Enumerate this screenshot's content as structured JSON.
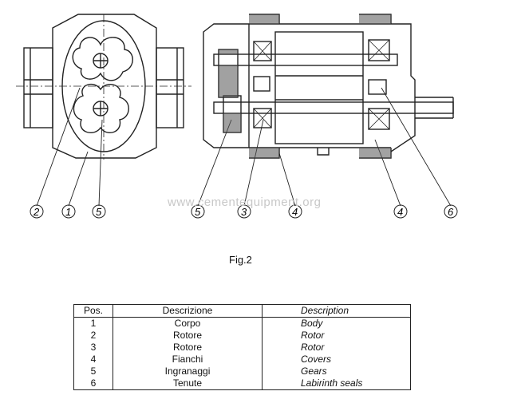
{
  "figure": {
    "caption": "Fig.2",
    "watermark": "www.cementequipment.org",
    "callouts_left": [
      "2",
      "1",
      "5"
    ],
    "callouts_right": [
      "5",
      "3",
      "4",
      "4",
      "6"
    ]
  },
  "parts_table": {
    "headers": [
      "Pos.",
      "Descrizione",
      "Description"
    ],
    "rows": [
      [
        "1",
        "Corpo",
        "Body"
      ],
      [
        "2",
        "Rotore",
        "Rotor"
      ],
      [
        "3",
        "Rotore",
        "Rotor"
      ],
      [
        "4",
        "Fianchi",
        "Covers"
      ],
      [
        "5",
        "Ingranaggi",
        "Gears"
      ],
      [
        "6",
        "Tenute",
        "Labirinth seals"
      ]
    ]
  }
}
